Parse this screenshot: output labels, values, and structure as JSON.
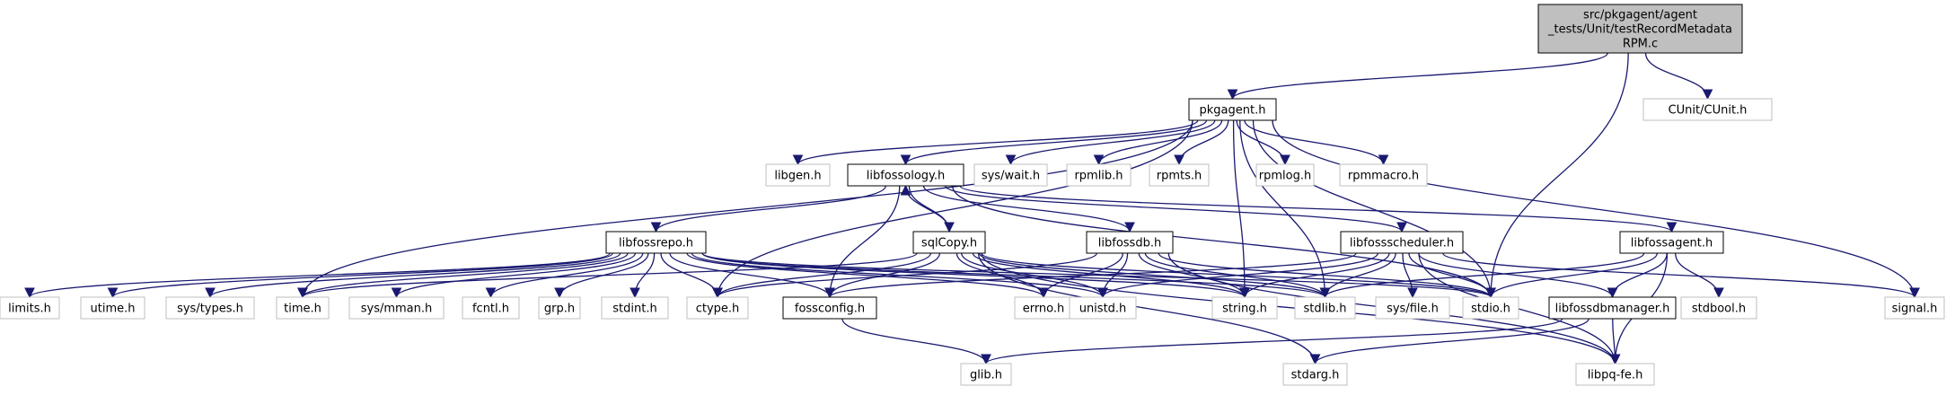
{
  "graph": {
    "nodes": {
      "root": {
        "lines": [
          "src/pkgagent/agent",
          "_tests/Unit/testRecordMetadata",
          "RPM.c"
        ],
        "kind": "root"
      },
      "cunit": {
        "lines": [
          "CUnit/CUnit.h"
        ],
        "kind": "sys"
      },
      "pkgagent": {
        "lines": [
          "pkgagent.h"
        ],
        "kind": "doc"
      },
      "libgen": {
        "lines": [
          "libgen.h"
        ],
        "kind": "sys"
      },
      "libfossology": {
        "lines": [
          "libfossology.h"
        ],
        "kind": "doc"
      },
      "syswait": {
        "lines": [
          "sys/wait.h"
        ],
        "kind": "sys"
      },
      "rpmlib": {
        "lines": [
          "rpmlib.h"
        ],
        "kind": "sys"
      },
      "rpmts": {
        "lines": [
          "rpmts.h"
        ],
        "kind": "sys"
      },
      "rpmlog": {
        "lines": [
          "rpmlog.h"
        ],
        "kind": "sys"
      },
      "rpmmacro": {
        "lines": [
          "rpmmacro.h"
        ],
        "kind": "sys"
      },
      "libfossrepo": {
        "lines": [
          "libfossrepo.h"
        ],
        "kind": "doc"
      },
      "sqlcopy": {
        "lines": [
          "sqlCopy.h"
        ],
        "kind": "doc"
      },
      "libfossdb": {
        "lines": [
          "libfossdb.h"
        ],
        "kind": "doc"
      },
      "libfossscheduler": {
        "lines": [
          "libfossscheduler.h"
        ],
        "kind": "doc"
      },
      "libfossagent": {
        "lines": [
          "libfossagent.h"
        ],
        "kind": "doc"
      },
      "limits": {
        "lines": [
          "limits.h"
        ],
        "kind": "sys"
      },
      "utime": {
        "lines": [
          "utime.h"
        ],
        "kind": "sys"
      },
      "systypes": {
        "lines": [
          "sys/types.h"
        ],
        "kind": "sys"
      },
      "time": {
        "lines": [
          "time.h"
        ],
        "kind": "sys"
      },
      "sysmman": {
        "lines": [
          "sys/mman.h"
        ],
        "kind": "sys"
      },
      "fcntl": {
        "lines": [
          "fcntl.h"
        ],
        "kind": "sys"
      },
      "grp": {
        "lines": [
          "grp.h"
        ],
        "kind": "sys"
      },
      "stdint": {
        "lines": [
          "stdint.h"
        ],
        "kind": "sys"
      },
      "ctype": {
        "lines": [
          "ctype.h"
        ],
        "kind": "sys"
      },
      "fossconfig": {
        "lines": [
          "fossconfig.h"
        ],
        "kind": "doc"
      },
      "errno": {
        "lines": [
          "errno.h"
        ],
        "kind": "sys"
      },
      "unistd": {
        "lines": [
          "unistd.h"
        ],
        "kind": "sys"
      },
      "string": {
        "lines": [
          "string.h"
        ],
        "kind": "sys"
      },
      "stdlib": {
        "lines": [
          "stdlib.h"
        ],
        "kind": "sys"
      },
      "sysfile": {
        "lines": [
          "sys/file.h"
        ],
        "kind": "sys"
      },
      "stdio": {
        "lines": [
          "stdio.h"
        ],
        "kind": "sys"
      },
      "libfossdbmanager": {
        "lines": [
          "libfossdbmanager.h"
        ],
        "kind": "doc"
      },
      "stdbool": {
        "lines": [
          "stdbool.h"
        ],
        "kind": "sys"
      },
      "signal": {
        "lines": [
          "signal.h"
        ],
        "kind": "sys"
      },
      "glib": {
        "lines": [
          "glib.h"
        ],
        "kind": "sys"
      },
      "stdarg": {
        "lines": [
          "stdarg.h"
        ],
        "kind": "sys"
      },
      "libpqfe": {
        "lines": [
          "libpq-fe.h"
        ],
        "kind": "sys"
      }
    },
    "edges": [
      [
        "root",
        "pkgagent"
      ],
      [
        "root",
        "cunit"
      ],
      [
        "root",
        "stdio"
      ],
      [
        "pkgagent",
        "libgen"
      ],
      [
        "pkgagent",
        "libfossology"
      ],
      [
        "pkgagent",
        "syswait"
      ],
      [
        "pkgagent",
        "rpmlib"
      ],
      [
        "pkgagent",
        "rpmts"
      ],
      [
        "pkgagent",
        "rpmlog"
      ],
      [
        "pkgagent",
        "rpmmacro"
      ],
      [
        "pkgagent",
        "time"
      ],
      [
        "pkgagent",
        "ctype"
      ],
      [
        "pkgagent",
        "string"
      ],
      [
        "pkgagent",
        "stdlib"
      ],
      [
        "pkgagent",
        "stdio"
      ],
      [
        "pkgagent",
        "signal"
      ],
      [
        "libfossology",
        "libfossrepo"
      ],
      [
        "libfossology",
        "sqlcopy"
      ],
      [
        "libfossology",
        "libfossdb"
      ],
      [
        "libfossology",
        "libfossscheduler"
      ],
      [
        "libfossology",
        "libfossagent"
      ],
      [
        "libfossology",
        "fossconfig"
      ],
      [
        "libfossology",
        "stdio"
      ],
      [
        "sqlcopy",
        "libfossology"
      ],
      [
        "libfossrepo",
        "limits"
      ],
      [
        "libfossrepo",
        "utime"
      ],
      [
        "libfossrepo",
        "systypes"
      ],
      [
        "libfossrepo",
        "time"
      ],
      [
        "libfossrepo",
        "sysmman"
      ],
      [
        "libfossrepo",
        "fcntl"
      ],
      [
        "libfossrepo",
        "grp"
      ],
      [
        "libfossrepo",
        "stdint"
      ],
      [
        "libfossrepo",
        "ctype"
      ],
      [
        "libfossrepo",
        "fossconfig"
      ],
      [
        "libfossrepo",
        "errno"
      ],
      [
        "libfossrepo",
        "unistd"
      ],
      [
        "libfossrepo",
        "string"
      ],
      [
        "libfossrepo",
        "stdlib"
      ],
      [
        "libfossrepo",
        "stdio"
      ],
      [
        "sqlcopy",
        "ctype"
      ],
      [
        "sqlcopy",
        "time"
      ],
      [
        "sqlcopy",
        "errno"
      ],
      [
        "sqlcopy",
        "unistd"
      ],
      [
        "sqlcopy",
        "string"
      ],
      [
        "sqlcopy",
        "stdlib"
      ],
      [
        "sqlcopy",
        "stdio"
      ],
      [
        "sqlcopy",
        "stdarg"
      ],
      [
        "sqlcopy",
        "libpqfe"
      ],
      [
        "sqlcopy",
        "fossconfig"
      ],
      [
        "libfossdb",
        "errno"
      ],
      [
        "libfossdb",
        "unistd"
      ],
      [
        "libfossdb",
        "string"
      ],
      [
        "libfossdb",
        "stdlib"
      ],
      [
        "libfossdb",
        "stdio"
      ],
      [
        "libfossdb",
        "libpqfe"
      ],
      [
        "libfossdb",
        "ctype"
      ],
      [
        "libfossscheduler",
        "fossconfig"
      ],
      [
        "libfossscheduler",
        "unistd"
      ],
      [
        "libfossscheduler",
        "string"
      ],
      [
        "libfossscheduler",
        "stdlib"
      ],
      [
        "libfossscheduler",
        "sysfile"
      ],
      [
        "libfossscheduler",
        "stdio"
      ],
      [
        "libfossscheduler",
        "libfossdbmanager"
      ],
      [
        "libfossscheduler",
        "libpqfe"
      ],
      [
        "libfossscheduler",
        "signal"
      ],
      [
        "libfossagent",
        "stdlib"
      ],
      [
        "libfossagent",
        "stdio"
      ],
      [
        "libfossagent",
        "libfossdbmanager"
      ],
      [
        "libfossagent",
        "stdbool"
      ],
      [
        "libfossagent",
        "libpqfe"
      ],
      [
        "fossconfig",
        "glib"
      ],
      [
        "libfossdbmanager",
        "glib"
      ],
      [
        "libfossdbmanager",
        "stdarg"
      ],
      [
        "libfossdbmanager",
        "libpqfe"
      ]
    ]
  }
}
